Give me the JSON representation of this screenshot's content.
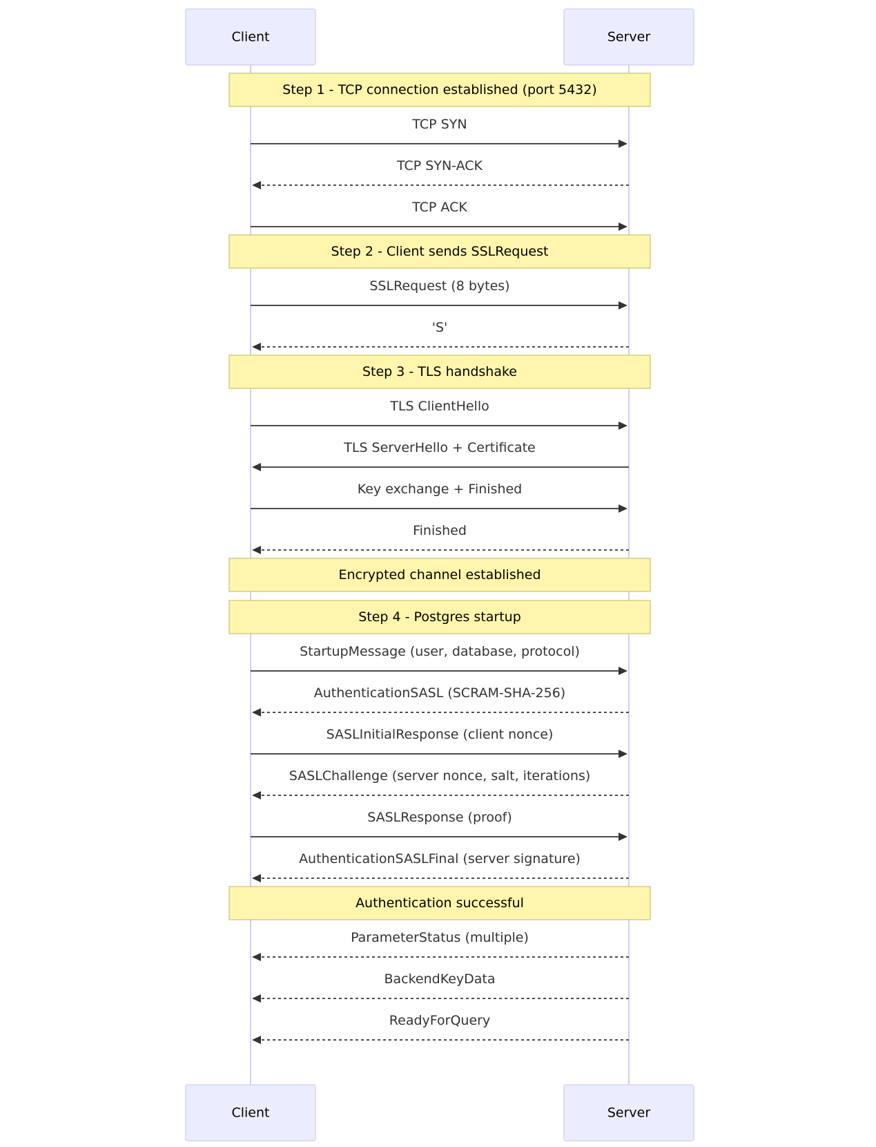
{
  "participants": [
    {
      "id": "client",
      "label": "Client"
    },
    {
      "id": "server",
      "label": "Server"
    }
  ],
  "steps": [
    {
      "kind": "note",
      "text": "Step 1 - TCP connection established (port 5432)"
    },
    {
      "kind": "message",
      "from": "client",
      "to": "server",
      "style": "solid",
      "text": "TCP SYN"
    },
    {
      "kind": "message",
      "from": "server",
      "to": "client",
      "style": "dashed",
      "text": "TCP SYN-ACK"
    },
    {
      "kind": "message",
      "from": "client",
      "to": "server",
      "style": "solid",
      "text": "TCP ACK"
    },
    {
      "kind": "note",
      "text": "Step 2 - Client sends SSLRequest"
    },
    {
      "kind": "message",
      "from": "client",
      "to": "server",
      "style": "solid",
      "text": "SSLRequest (8 bytes)"
    },
    {
      "kind": "message",
      "from": "server",
      "to": "client",
      "style": "dashed",
      "text": "'S'"
    },
    {
      "kind": "note",
      "text": "Step 3 - TLS handshake"
    },
    {
      "kind": "message",
      "from": "client",
      "to": "server",
      "style": "solid",
      "text": "TLS ClientHello"
    },
    {
      "kind": "message",
      "from": "server",
      "to": "client",
      "style": "solid",
      "text": "TLS ServerHello + Certificate"
    },
    {
      "kind": "message",
      "from": "client",
      "to": "server",
      "style": "solid",
      "text": "Key exchange + Finished"
    },
    {
      "kind": "message",
      "from": "server",
      "to": "client",
      "style": "dashed",
      "text": "Finished"
    },
    {
      "kind": "note",
      "text": "Encrypted channel established"
    },
    {
      "kind": "note",
      "text": "Step 4 - Postgres startup"
    },
    {
      "kind": "message",
      "from": "client",
      "to": "server",
      "style": "solid",
      "text": "StartupMessage (user, database, protocol)"
    },
    {
      "kind": "message",
      "from": "server",
      "to": "client",
      "style": "dashed",
      "text": "AuthenticationSASL (SCRAM-SHA-256)"
    },
    {
      "kind": "message",
      "from": "client",
      "to": "server",
      "style": "solid",
      "text": "SASLInitialResponse (client nonce)"
    },
    {
      "kind": "message",
      "from": "server",
      "to": "client",
      "style": "dashed",
      "text": "SASLChallenge (server nonce, salt, iterations)"
    },
    {
      "kind": "message",
      "from": "client",
      "to": "server",
      "style": "solid",
      "text": "SASLResponse (proof)"
    },
    {
      "kind": "message",
      "from": "server",
      "to": "client",
      "style": "dashed",
      "text": "AuthenticationSASLFinal (server signature)"
    },
    {
      "kind": "note",
      "text": "Authentication successful"
    },
    {
      "kind": "message",
      "from": "server",
      "to": "client",
      "style": "dashed",
      "text": "ParameterStatus (multiple)"
    },
    {
      "kind": "message",
      "from": "server",
      "to": "client",
      "style": "dashed",
      "text": "BackendKeyData"
    },
    {
      "kind": "message",
      "from": "server",
      "to": "client",
      "style": "dashed",
      "text": "ReadyForQuery"
    }
  ]
}
